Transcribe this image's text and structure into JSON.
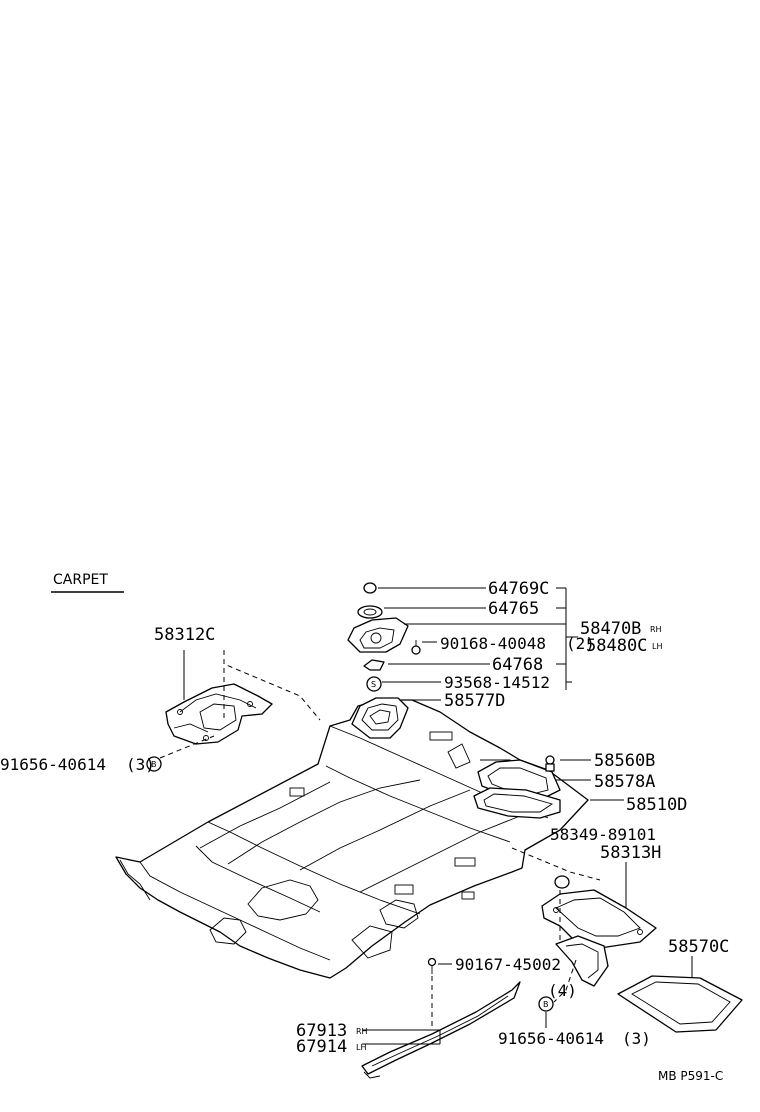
{
  "title": "CARPET",
  "labels": {
    "p64769C": "64769C",
    "p64765": "64765",
    "p58470B": "58470B",
    "p58470B_tag": "RH",
    "p90168": "90168-40048",
    "p90168_qty": "(2)",
    "p58480C": "58480C",
    "p58480C_tag": "LH",
    "p64768": "64768",
    "p93568": "93568-14512",
    "p58577D": "58577D",
    "p58312C": "58312C",
    "p91656a": "91656-40614",
    "p91656a_qty": "(3)",
    "p58560B": "58560B",
    "p58578A": "58578A",
    "p58510D": "58510D",
    "p58349": "58349-89101",
    "p58313H": "58313H",
    "p90167": "90167-45002",
    "p90167_qty": "(4)",
    "p58570C": "58570C",
    "p67913": "67913",
    "p67913_tag": "RH",
    "p67914": "67914",
    "p67914_tag": "LH",
    "p91656b": "91656-40614",
    "p91656b_qty": "(3)",
    "marker_b": "B",
    "marker_s": "S",
    "footer": "MB  P591-C"
  }
}
